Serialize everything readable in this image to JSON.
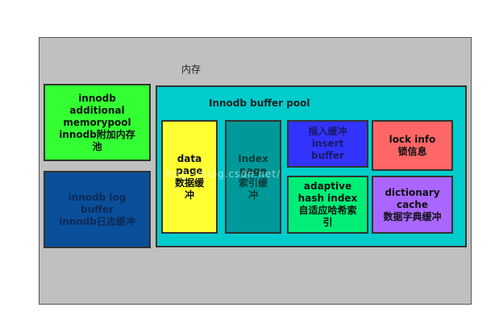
{
  "memory_label": "内存",
  "additional_pool": {
    "text": "innodb\nadditional\nmemorypool\ninnodb附加内存\n池",
    "color": "#33ff33"
  },
  "log_buffer": {
    "text": "innodb log\nbuffer\ninnodb日志缓冲",
    "color": "#0a4f9a"
  },
  "buffer_pool": {
    "title": "Innodb buffer pool",
    "color": "#00cccc",
    "data_page": {
      "text": "data\npage\n数据缓\n冲",
      "color": "#ffff33"
    },
    "index_page": {
      "text": "Index\npage\n索引缓\n冲",
      "color": "#009999"
    },
    "insert_buffer": {
      "text": "插入缓冲\ninsert\nbuffer",
      "color": "#3333ff"
    },
    "lock_info": {
      "text": "lock info\n锁信息",
      "color": "#ff6666"
    },
    "adaptive_hash": {
      "text": "adaptive\nhash index\n自适应哈希索\n引",
      "color": "#00ee77"
    },
    "dictionary_cache": {
      "text": "dictionary\ncache\n数据字典缓冲",
      "color": "#aa66ff"
    }
  },
  "watermark": "http://blog.csdn.net/"
}
